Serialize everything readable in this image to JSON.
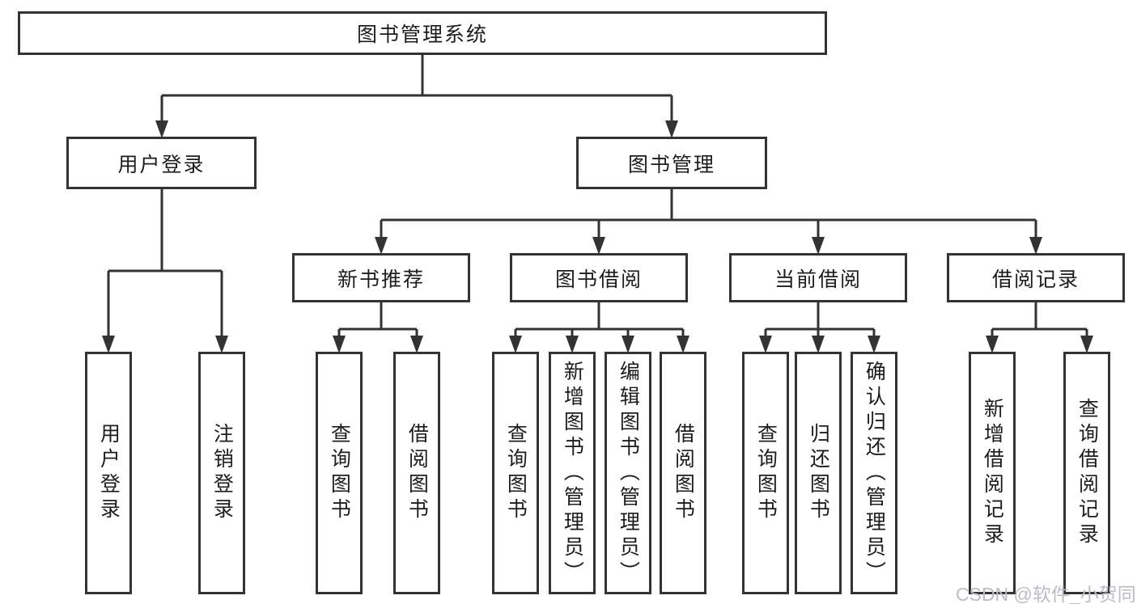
{
  "colors": {
    "line": "#333333",
    "text": "#1d1d1d",
    "background": "#ffffff",
    "watermark": "#bcbcc4"
  },
  "tree": {
    "root": {
      "label": "图书管理系统"
    },
    "branches": [
      {
        "label": "用户登录",
        "leaves": [
          "用户登录",
          "注销登录"
        ]
      },
      {
        "label": "图书管理",
        "children": [
          {
            "label": "新书推荐",
            "leaves": [
              "查询图书",
              "借阅图书"
            ]
          },
          {
            "label": "图书借阅",
            "leaves": [
              "查询图书",
              "新增图书（管理员）",
              "编辑图书（管理员）",
              "借阅图书"
            ]
          },
          {
            "label": "当前借阅",
            "leaves": [
              "查询图书",
              "归还图书",
              "确认归还（管理员）"
            ]
          },
          {
            "label": "借阅记录",
            "leaves": [
              "新增借阅记录",
              "查询借阅记录"
            ]
          }
        ]
      }
    ]
  },
  "watermark": {
    "text": "CSDN @软件_小贺同学"
  }
}
